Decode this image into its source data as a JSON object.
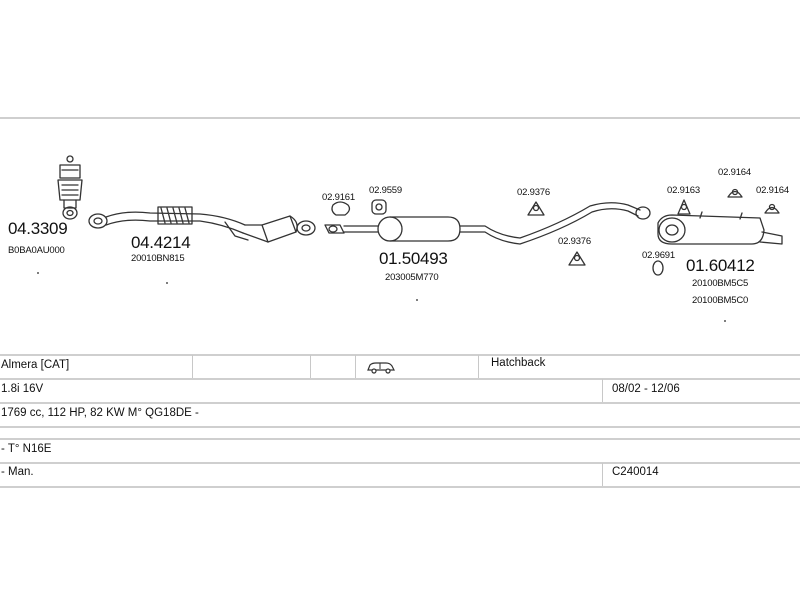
{
  "parts": {
    "p1_code": "04.3309",
    "p1_oem": "B0BA0AU000",
    "p2_code": "04.4214",
    "p2_oem": "20010BN815",
    "p3_code": "01.50493",
    "p3_oem": "203005M770",
    "p4_code": "01.60412",
    "p4_oem_a": "20100BM5C5",
    "p4_oem_b": "20100BM5C0",
    "h_9161": "02.9161",
    "h_9559": "02.9559",
    "h_9376a": "02.9376",
    "h_9376b": "02.9376",
    "h_9163": "02.9163",
    "h_9164a": "02.9164",
    "h_9164b": "02.9164",
    "h_9691": "02.9691"
  },
  "table": {
    "model": "Almera  [CAT]",
    "body": "Hatchback",
    "engine": "1.8i 16V",
    "period": "08/02 - 12/06",
    "spec": "1769 cc, 112 HP, 82 KW M° QG18DE -",
    "tno": "- T° N16E",
    "trans": "- Man.",
    "ref": "C240014"
  }
}
